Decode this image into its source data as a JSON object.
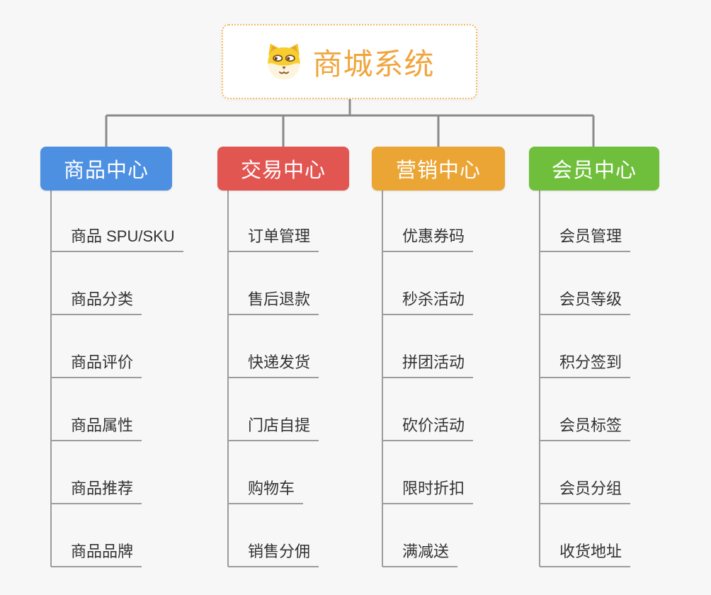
{
  "root": {
    "title": "商城系统",
    "title_color": "#F0A53E",
    "icon": "dog-face-icon"
  },
  "colors": {
    "background": "#f7f7f7",
    "root_border": "#f3b95f",
    "connector_gray": "#8a8a8a",
    "leaf_line_gray": "#9c9c9c",
    "leaf_text": "#333333"
  },
  "branches": [
    {
      "label": "商品中心",
      "color": "#4D90E2",
      "children": [
        "商品 SPU/SKU",
        "商品分类",
        "商品评价",
        "商品属性",
        "商品推荐",
        "商品品牌"
      ]
    },
    {
      "label": "交易中心",
      "color": "#E25652",
      "children": [
        "订单管理",
        "售后退款",
        "快递发货",
        "门店自提",
        "购物车",
        "销售分佣"
      ]
    },
    {
      "label": "营销中心",
      "color": "#EBA534",
      "children": [
        "优惠券码",
        "秒杀活动",
        "拼团活动",
        "砍价活动",
        "限时折扣",
        "满减送"
      ]
    },
    {
      "label": "会员中心",
      "color": "#6FBF3C",
      "children": [
        "会员管理",
        "会员等级",
        "积分签到",
        "会员标签",
        "会员分组",
        "收货地址"
      ]
    }
  ]
}
